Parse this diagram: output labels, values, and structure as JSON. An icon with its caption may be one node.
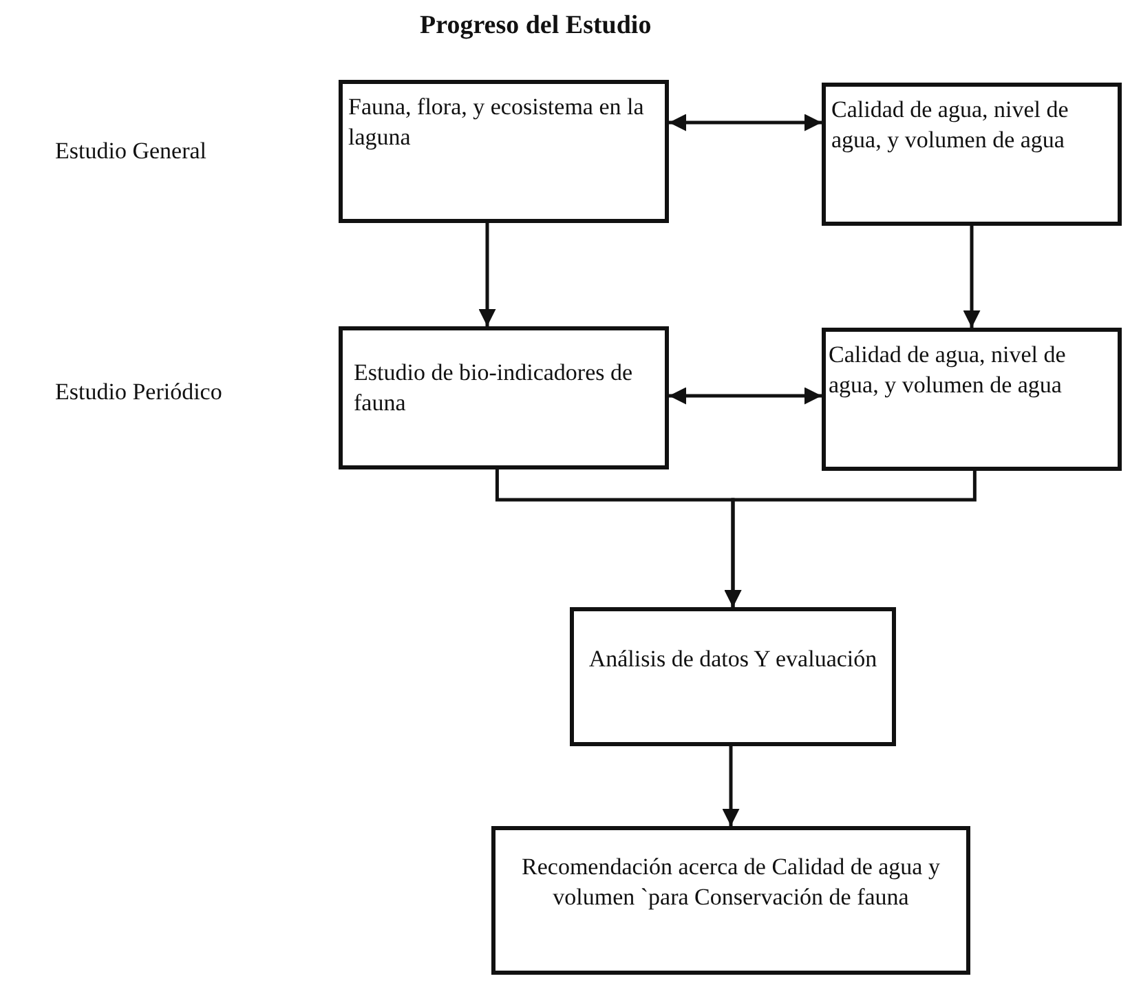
{
  "diagram": {
    "title": "Progreso del Estudio",
    "nodes": [
      {
        "text": [
          "Fauna, flora, y ecosistema en la laguna"
        ]
      },
      {
        "text": [
          "Calidad de agua, nivel de agua, y volumen de agua"
        ]
      },
      {
        "text": [
          "Estudio de bio-indicadores de fauna"
        ]
      },
      {
        "text": [
          "Calidad de agua, nivel de agua, y volumen de agua"
        ]
      },
      {
        "text": [
          "Análisis de datos Y evaluación"
        ]
      },
      {
        "text": [
          "Recomendación acerca de Calidad de agua y volumen `para Conservación de fauna"
        ]
      }
    ],
    "edges": [
      {
        "from": 0,
        "to": 1,
        "arrow": "both"
      },
      {
        "from": 0,
        "to": 2,
        "arrow": "to"
      },
      {
        "from": 1,
        "to": 3,
        "arrow": "to"
      },
      {
        "from": 2,
        "to": 3,
        "arrow": "both"
      },
      {
        "from": 2,
        "to": 4,
        "arrow": "to"
      },
      {
        "from": 3,
        "to": 4,
        "arrow": "to"
      },
      {
        "from": 4,
        "to": 5,
        "arrow": "to"
      }
    ],
    "labels": [
      "Estudio General",
      "Estudio Periódico"
    ]
  }
}
